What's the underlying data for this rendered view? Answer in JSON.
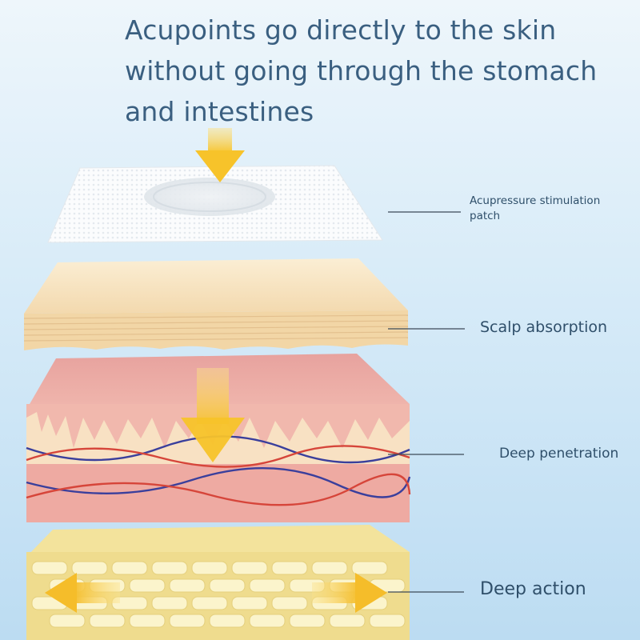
{
  "headline": "Acupoints go directly to the skin without going through the stomach and intestines",
  "labels": {
    "patch": "Acupressure stimulation patch",
    "scalp": "Scalp absorption",
    "deep_penetration": "Deep penetration",
    "deep_action": "Deep action"
  },
  "colors": {
    "background": "#d7ebf8",
    "headline_text": "#3a5f80",
    "arrow": "#f7c531",
    "epidermis": "#f6dfb9",
    "dermis": "#e9a9a3",
    "fat_layer": "#f3e49a",
    "vein": "#3a3f9c",
    "artery": "#d6453a"
  }
}
